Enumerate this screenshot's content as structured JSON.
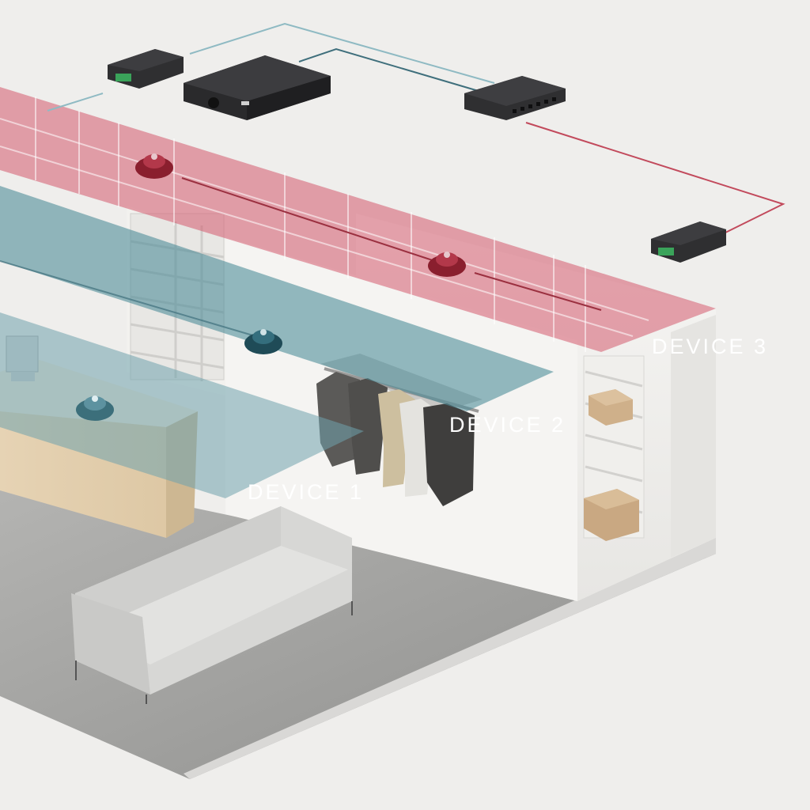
{
  "zones": [
    {
      "label": "DEVICE 1",
      "color": "#6fa3ad"
    },
    {
      "label": "DEVICE 2",
      "color": "#5c97a2"
    },
    {
      "label": "DEVICE 3",
      "color": "#d45a6d"
    }
  ],
  "colors": {
    "background": "#efeeec",
    "floor": "#9c9c9a",
    "wall": "#f4f3f1",
    "cable_teal": "#4f8d9a",
    "cable_red": "#c24a5c",
    "hardware": "#2f2f31"
  },
  "icons": [
    "amplifier",
    "network-switch",
    "audio-endpoint",
    "ceiling-speaker",
    "sofa",
    "clothing-rack",
    "cardboard-box",
    "counter"
  ]
}
